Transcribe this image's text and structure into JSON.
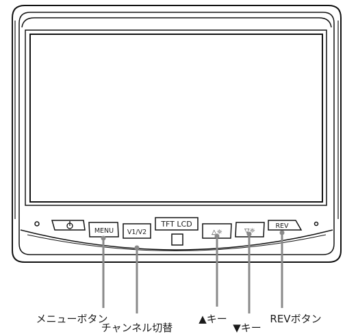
{
  "panel": {
    "model_label": "TFT LCD"
  },
  "buttons": {
    "power_icon": "power-icon",
    "menu_label": "MENU",
    "v1v2_label": "V1/V2",
    "up_bright_icon": "△☼",
    "down_bright_icon": "▽☼",
    "rev_label": "REV"
  },
  "callouts": {
    "menu": "メニューボタン",
    "channel": "チャンネル切替",
    "up": "▲キー",
    "down": "▼キー",
    "rev": "REVボタン"
  }
}
